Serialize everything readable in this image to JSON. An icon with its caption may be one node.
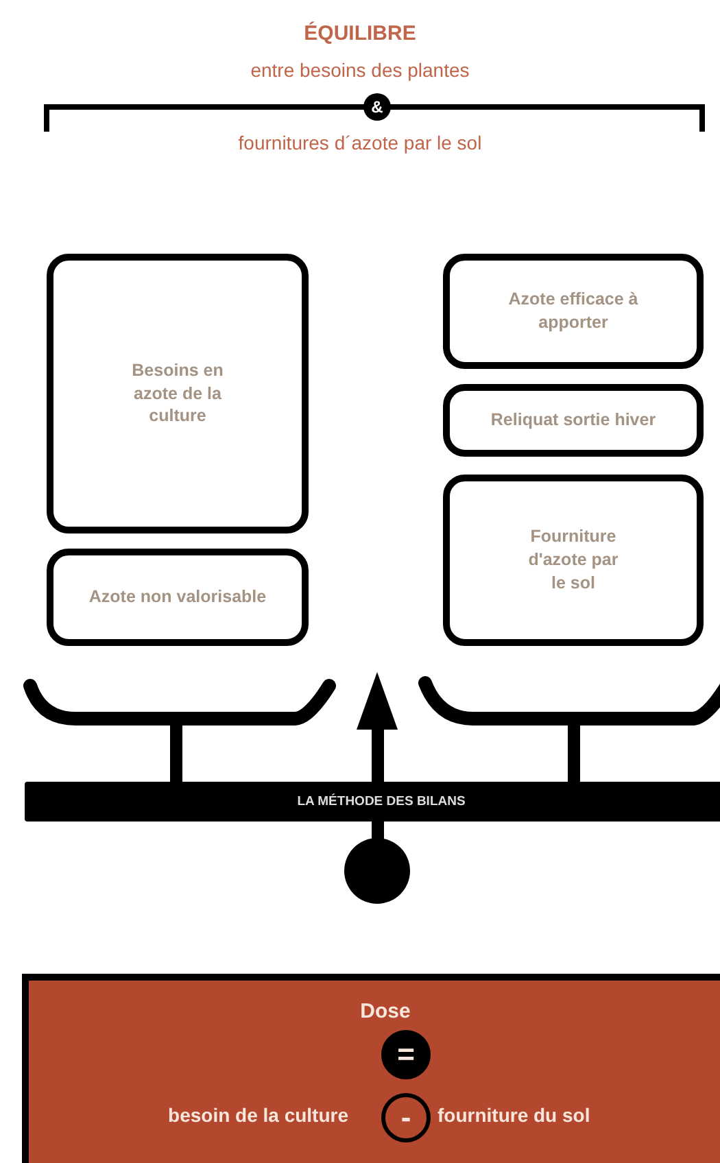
{
  "diagram": {
    "nodes": [
      {
        "text": [
          "Besoins en azote de la culture"
        ]
      },
      {
        "text": [
          "Azote non valorisable"
        ]
      },
      {
        "text": [
          "Azote efficace à apporter"
        ]
      },
      {
        "text": [
          "Reliquat sortie hiver"
        ]
      },
      {
        "text": [
          "Fourniture d'azote par le sol"
        ]
      },
      {
        "text": [
          "LA MÉTHODE DES BILANS"
        ]
      },
      {
        "text": [
          "Dose",
          "besoin de la culture",
          "fourniture du sol"
        ]
      },
      {
        "text": [
          "="
        ],
        "in": 6
      },
      {
        "text": [
          "-"
        ],
        "in": 6
      }
    ],
    "edges": [],
    "labels": [
      "ÉQUILIBRE",
      "entre besoins des plantes",
      "&",
      "fournitures d´azote par le sol"
    ]
  }
}
